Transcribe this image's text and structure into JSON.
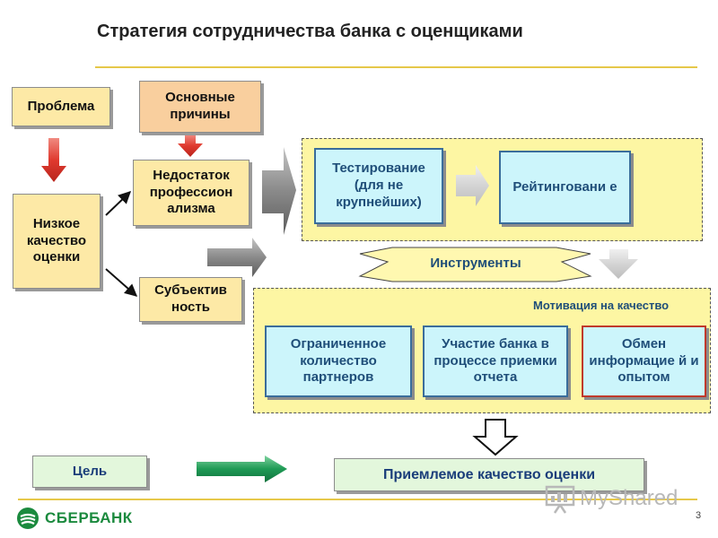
{
  "title": "Стратегия сотрудничества банка с оценщиками",
  "boxes": {
    "problem": "Проблема",
    "causes": "Основные причины",
    "low_quality": "Низкое качество оценки",
    "lack": "Недостаток профессион ализма",
    "subjectivity": "Субъектив ность",
    "testing": "Тестирование (для не крупнейших)",
    "rating": "Рейтинговани е",
    "limited": "Ограниченное количество партнеров",
    "participation": "Участие банка в процессе приемки отчета",
    "exchange": "Обмен информацие й и опытом",
    "goal": "Цель",
    "acceptable": "Приемлемое качество оценки"
  },
  "tools_label": "Инструменты",
  "motivation_label": "Мотивация на качество",
  "page_number": "3",
  "logo": {
    "text": "СБЕРБАНК",
    "icon": "sberbank-logo-icon"
  },
  "watermark": {
    "text": "MyShared",
    "icon": "presentation-screen-icon"
  },
  "colors": {
    "divider": "#e6c84a",
    "box_yellow": "#fde9a6",
    "box_orange": "#f9cf9e",
    "box_cyan": "#ccf5fb",
    "panel_yellow": "#fdf6a3",
    "arrow_red": "#e03a2f",
    "arrow_gray": "#7f7f7f",
    "arrow_green": "#1e9a55",
    "text_blue": "#1f4e79"
  }
}
